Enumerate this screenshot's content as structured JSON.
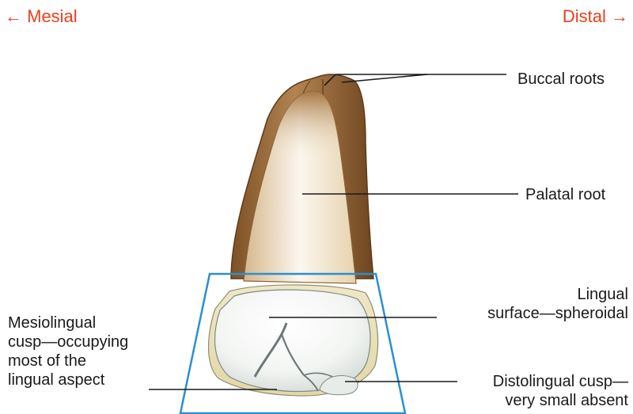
{
  "directions": {
    "mesial": "← Mesial",
    "distal": "Distal →"
  },
  "labels": {
    "buccal_roots": "Buccal roots",
    "palatal_root": "Palatal root",
    "lingual_surface": [
      "Lingual",
      "surface—spheroidal"
    ],
    "mesiolingual_cusp": [
      "Mesiolingual",
      "cusp—occupying",
      "most of the",
      "lingual aspect"
    ],
    "distolingual_cusp": [
      "Distolingual cusp—",
      "very small absent"
    ]
  },
  "colors": {
    "direction_text": "#e8401c",
    "root_brown": "#9a6a3a",
    "outline_box": "#2b8fd0",
    "leader_lines": "#1a1a1a"
  },
  "icons": {
    "left_arrow": "arrow-left-icon",
    "right_arrow": "arrow-right-icon"
  }
}
